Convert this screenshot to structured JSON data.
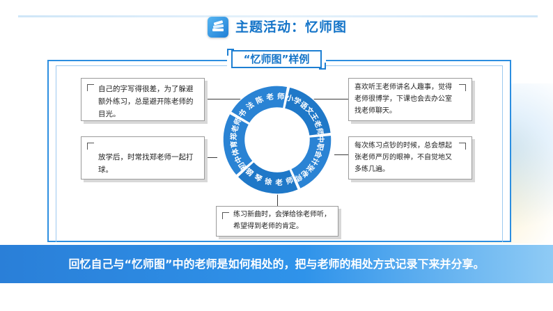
{
  "title": "主题活动：忆师图",
  "sample_label": "“忆师图”样例",
  "ring": {
    "center_fill": "#ffffff",
    "segments": [
      {
        "label": "书法陈老师",
        "color": "#2a83d4"
      },
      {
        "label": "小学语文王老师",
        "color": "#1f78c8"
      },
      {
        "label": "中职会计张老师",
        "color": "#2a83d4"
      },
      {
        "label": "钢琴徐老师",
        "color": "#1f78c8"
      },
      {
        "label": "初中体育郑老师",
        "color": "#2a83d4"
      }
    ]
  },
  "notes": {
    "top_left": "自己的字写得很差，为了躲避额外练习，总是避开陈老师的目光。",
    "mid_left": "放学后，时常找郑老师一起打球。",
    "top_right": "喜欢听王老师讲名人趣事，觉得老师很博学，下课也会去办公室找老师聊天。",
    "mid_right": "每次练习点钞的时候，总会想起张老师严厉的眼神，不自觉地又多练几遍。",
    "bottom": "练习新曲时，会弹给徐老师听，希望得到老师的肯定。"
  },
  "banner": "回忆自己与“忆师图”中的老师是如何相处的，把与老师的相处方式记录下来并分享。",
  "colors": {
    "primary": "#1474c8",
    "frame": "#2c8ee0",
    "banner_start": "#2a7fd8",
    "banner_end": "#8fcbf5"
  }
}
